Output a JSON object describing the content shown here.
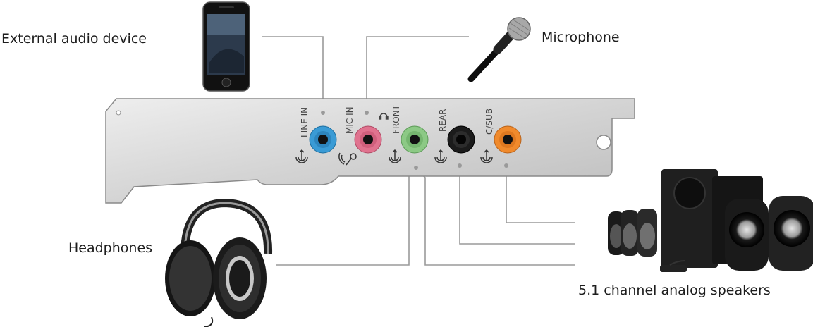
{
  "labels": {
    "external_audio_device": "External audio device",
    "microphone": "Microphone",
    "headphones": "Headphones",
    "speakers": "5.1 channel analog speakers"
  },
  "ports": [
    {
      "label": "LINE IN",
      "color": "#3a9bd5"
    },
    {
      "label": "MIC IN",
      "color": "#e0738f"
    },
    {
      "label": "FRONT",
      "color": "#7fc17a"
    },
    {
      "label": "REAR",
      "color": "#1b1b1b"
    },
    {
      "label": "C/SUB",
      "color": "#f08a2c"
    }
  ],
  "colors": {
    "bracket": "#d9d9d9",
    "bracket_edge": "#8a8a8a",
    "connector_line": "#9a9a9a"
  },
  "icons": [
    "smartphone-icon",
    "microphone-icon",
    "headphones-icon",
    "speaker-system-icon"
  ]
}
